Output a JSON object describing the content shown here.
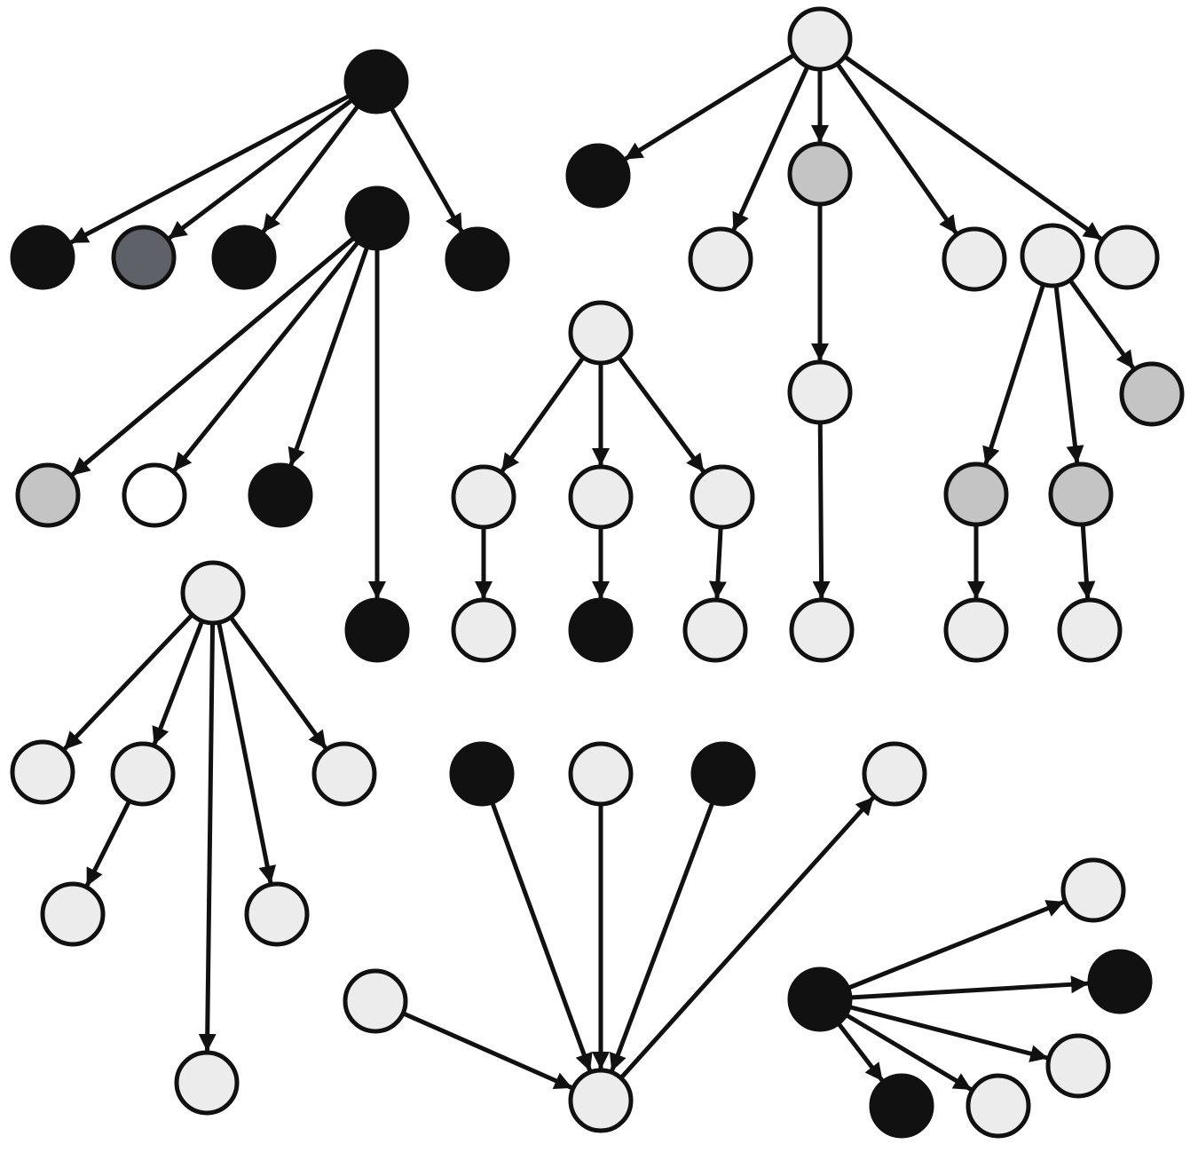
{
  "colors": {
    "black": "#111111",
    "dark_gray": "#5f6168",
    "gray": "#c4c4c4",
    "light": "#ececec",
    "white": "#ffffff"
  },
  "trees": [
    {
      "name": "tree-top-left-a",
      "nodes": [
        {
          "id": "a0",
          "fill": "black"
        },
        {
          "id": "a1",
          "fill": "black"
        },
        {
          "id": "a2",
          "fill": "dark_gray"
        },
        {
          "id": "a3",
          "fill": "black"
        },
        {
          "id": "a4",
          "fill": "black"
        }
      ],
      "edges": [
        [
          "a0",
          "a1"
        ],
        [
          "a0",
          "a2"
        ],
        [
          "a0",
          "a3"
        ],
        [
          "a0",
          "a4"
        ]
      ]
    },
    {
      "name": "tree-top-left-b",
      "nodes": [
        {
          "id": "b0",
          "fill": "black"
        },
        {
          "id": "b1",
          "fill": "gray"
        },
        {
          "id": "b2",
          "fill": "white"
        },
        {
          "id": "b3",
          "fill": "black"
        },
        {
          "id": "b4",
          "fill": "black"
        }
      ],
      "edges": [
        [
          "b0",
          "b1"
        ],
        [
          "b0",
          "b1"
        ],
        [
          "b0",
          "b2"
        ],
        [
          "b0",
          "b3"
        ],
        [
          "b0",
          "b4"
        ]
      ]
    },
    {
      "name": "tree-top-right",
      "nodes": [
        {
          "id": "c0",
          "fill": "light"
        },
        {
          "id": "c1",
          "fill": "black"
        },
        {
          "id": "c2",
          "fill": "light"
        },
        {
          "id": "c3",
          "fill": "gray"
        },
        {
          "id": "c4",
          "fill": "light"
        },
        {
          "id": "c5",
          "fill": "light"
        },
        {
          "id": "c6",
          "fill": "light"
        },
        {
          "id": "c7",
          "fill": "light"
        }
      ],
      "edges": [
        [
          "c0",
          "c1"
        ],
        [
          "c0",
          "c2"
        ],
        [
          "c0",
          "c3"
        ],
        [
          "c0",
          "c6"
        ],
        [
          "c0",
          "c7"
        ],
        [
          "c3",
          "c4"
        ],
        [
          "c4",
          "c5"
        ]
      ]
    },
    {
      "name": "tree-center",
      "nodes": [
        {
          "id": "d0",
          "fill": "light"
        },
        {
          "id": "d1",
          "fill": "light"
        },
        {
          "id": "d2",
          "fill": "light"
        },
        {
          "id": "d3",
          "fill": "light"
        },
        {
          "id": "d4",
          "fill": "light"
        },
        {
          "id": "d5",
          "fill": "black"
        },
        {
          "id": "d6",
          "fill": "light"
        }
      ],
      "edges": [
        [
          "d0",
          "d1"
        ],
        [
          "d0",
          "d2"
        ],
        [
          "d0",
          "d3"
        ],
        [
          "d1",
          "d4"
        ],
        [
          "d2",
          "d5"
        ],
        [
          "d3",
          "d6"
        ]
      ]
    },
    {
      "name": "tree-right-middle",
      "nodes": [
        {
          "id": "e0",
          "fill": "light"
        },
        {
          "id": "e1",
          "fill": "gray"
        },
        {
          "id": "e2",
          "fill": "gray"
        },
        {
          "id": "e3",
          "fill": "gray"
        },
        {
          "id": "e4",
          "fill": "light"
        },
        {
          "id": "e5",
          "fill": "light"
        }
      ],
      "edges": [
        [
          "e0",
          "e1"
        ],
        [
          "e0",
          "e2"
        ],
        [
          "e0",
          "e3"
        ],
        [
          "e1",
          "e4"
        ],
        [
          "e2",
          "e5"
        ]
      ]
    },
    {
      "name": "tree-bottom-left",
      "nodes": [
        {
          "id": "f0",
          "fill": "light"
        },
        {
          "id": "f1",
          "fill": "light"
        },
        {
          "id": "f2",
          "fill": "light"
        },
        {
          "id": "f3",
          "fill": "light"
        },
        {
          "id": "f4",
          "fill": "light"
        },
        {
          "id": "f5",
          "fill": "light"
        },
        {
          "id": "f6",
          "fill": "light"
        }
      ],
      "edges": [
        [
          "f0",
          "f1"
        ],
        [
          "f0",
          "f2"
        ],
        [
          "f0",
          "f3"
        ],
        [
          "f0",
          "f5"
        ],
        [
          "f0",
          "f6"
        ],
        [
          "f2",
          "f4"
        ]
      ]
    },
    {
      "name": "tree-bottom-center",
      "nodes": [
        {
          "id": "g0",
          "fill": "light"
        },
        {
          "id": "g1",
          "fill": "light"
        },
        {
          "id": "g2",
          "fill": "black"
        },
        {
          "id": "g3",
          "fill": "light"
        },
        {
          "id": "g4",
          "fill": "black"
        },
        {
          "id": "g5",
          "fill": "light"
        }
      ],
      "edges": [
        [
          "g1",
          "g0"
        ],
        [
          "g2",
          "g0"
        ],
        [
          "g3",
          "g0"
        ],
        [
          "g4",
          "g0"
        ],
        [
          "g0",
          "g5"
        ]
      ]
    },
    {
      "name": "tree-bottom-right",
      "nodes": [
        {
          "id": "h0",
          "fill": "black"
        },
        {
          "id": "h1",
          "fill": "light"
        },
        {
          "id": "h2",
          "fill": "black"
        },
        {
          "id": "h3",
          "fill": "light"
        },
        {
          "id": "h4",
          "fill": "light"
        },
        {
          "id": "h5",
          "fill": "black"
        }
      ],
      "edges": [
        [
          "h0",
          "h1"
        ],
        [
          "h0",
          "h2"
        ],
        [
          "h0",
          "h3"
        ],
        [
          "h0",
          "h4"
        ],
        [
          "h0",
          "h5"
        ]
      ]
    }
  ]
}
